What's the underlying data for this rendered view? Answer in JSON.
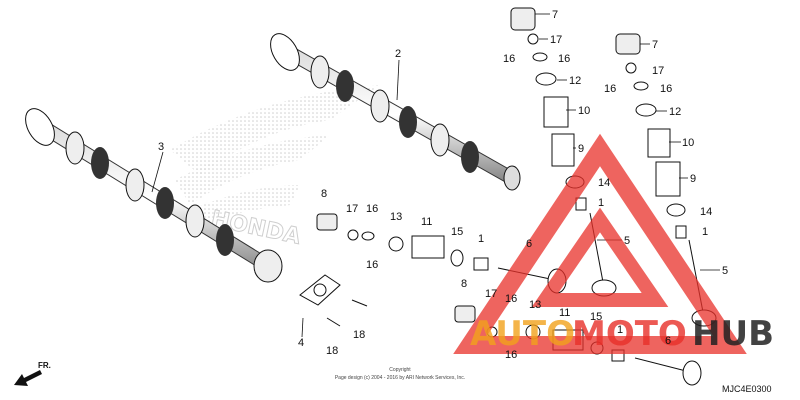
{
  "diagram": {
    "part_code": "MJC4E0300",
    "direction_label": "FR.",
    "copyright_line1": "Copyright",
    "copyright_line2": "Page design (c) 2004 - 2016 by ARI Network Services, Inc.",
    "brand_watermark": "HONDA",
    "watermark": {
      "text_a": "AUTO",
      "text_b": "MOTO",
      "text_c": "HUB",
      "color_red": "#e8302a",
      "color_orange": "#f2a21c",
      "color_dark": "#222222"
    },
    "callouts": {
      "c1": "1",
      "c2": "2",
      "c3": "3",
      "c4": "4",
      "c5": "5",
      "c6": "6",
      "c7": "7",
      "c8": "8",
      "c9": "9",
      "c10": "10",
      "c11": "11",
      "c12": "12",
      "c13": "13",
      "c14": "14",
      "c15": "15",
      "c16": "16",
      "c17": "17",
      "c18": "18"
    }
  }
}
